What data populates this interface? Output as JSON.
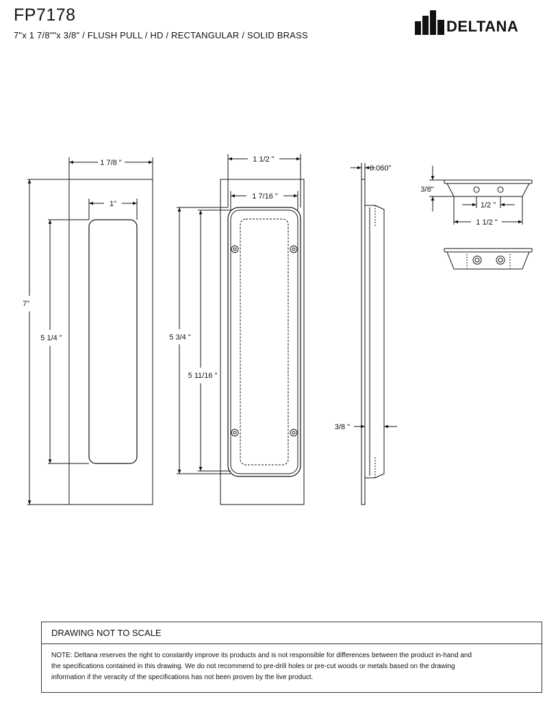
{
  "header": {
    "title": "FP7178",
    "subtitle": "7\"x 1 7/8\"\"x 3/8\" / FLUSH PULL / HD / RECTANGULAR / SOLID BRASS",
    "brand": "DELTANA"
  },
  "dimensions": {
    "front_width": "1 7/8 \"",
    "front_height": "7\"",
    "cup_width": "1\"",
    "cup_height": "5 1/4 \"",
    "back_width": "1 1/2 \"",
    "back_inner_width": "1 7/16 \"",
    "back_height": "5 3/4 \"",
    "back_inner_height": "5 11/16 \"",
    "side_thickness": "0.060\"",
    "side_depth": "3/8 \"",
    "end_height": "3/8\"",
    "end_hole_spacing": "1/2 \"",
    "end_width": "1 1/2 \""
  },
  "notes": {
    "header": "DRAWING NOT TO SCALE",
    "line1": "NOTE: Deltana reserves the right to constantly improve its products and is not responsible for differences between the product in-hand and",
    "line2": "the specifications contained in this drawing.  We do not recommend to pre-drill holes or pre-cut woods or metals based on the drawing",
    "line3": "information if the veracity of the specifications has not been proven by the live product."
  }
}
